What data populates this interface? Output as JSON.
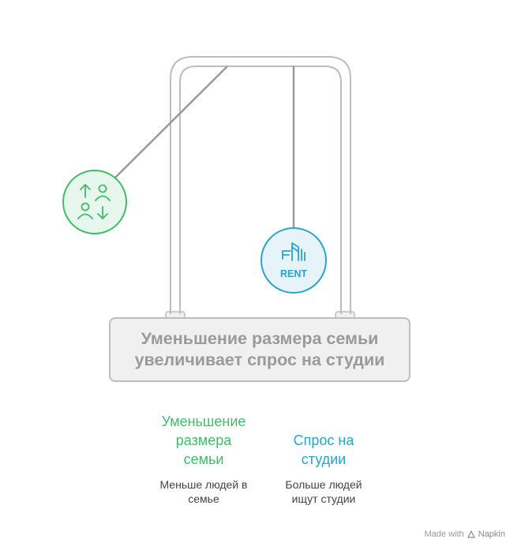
{
  "diagram": {
    "base_title": "Уменьшение размера семьи\nувеличивает спрос на студии",
    "left": {
      "heading": "Уменьшение\nразмера\nсемьи",
      "description": "Меньше людей в\nсемье",
      "color": "#3dbd6a",
      "icon": "people-up-down-icon"
    },
    "right": {
      "heading": "Спрос на\nстудии",
      "description": "Больше людей\nищут студии",
      "color": "#2aa5c8",
      "icon": "rent-building-icon",
      "icon_text": "RENT"
    }
  },
  "footer": {
    "made_with": "Made with",
    "brand": "Napkin"
  }
}
